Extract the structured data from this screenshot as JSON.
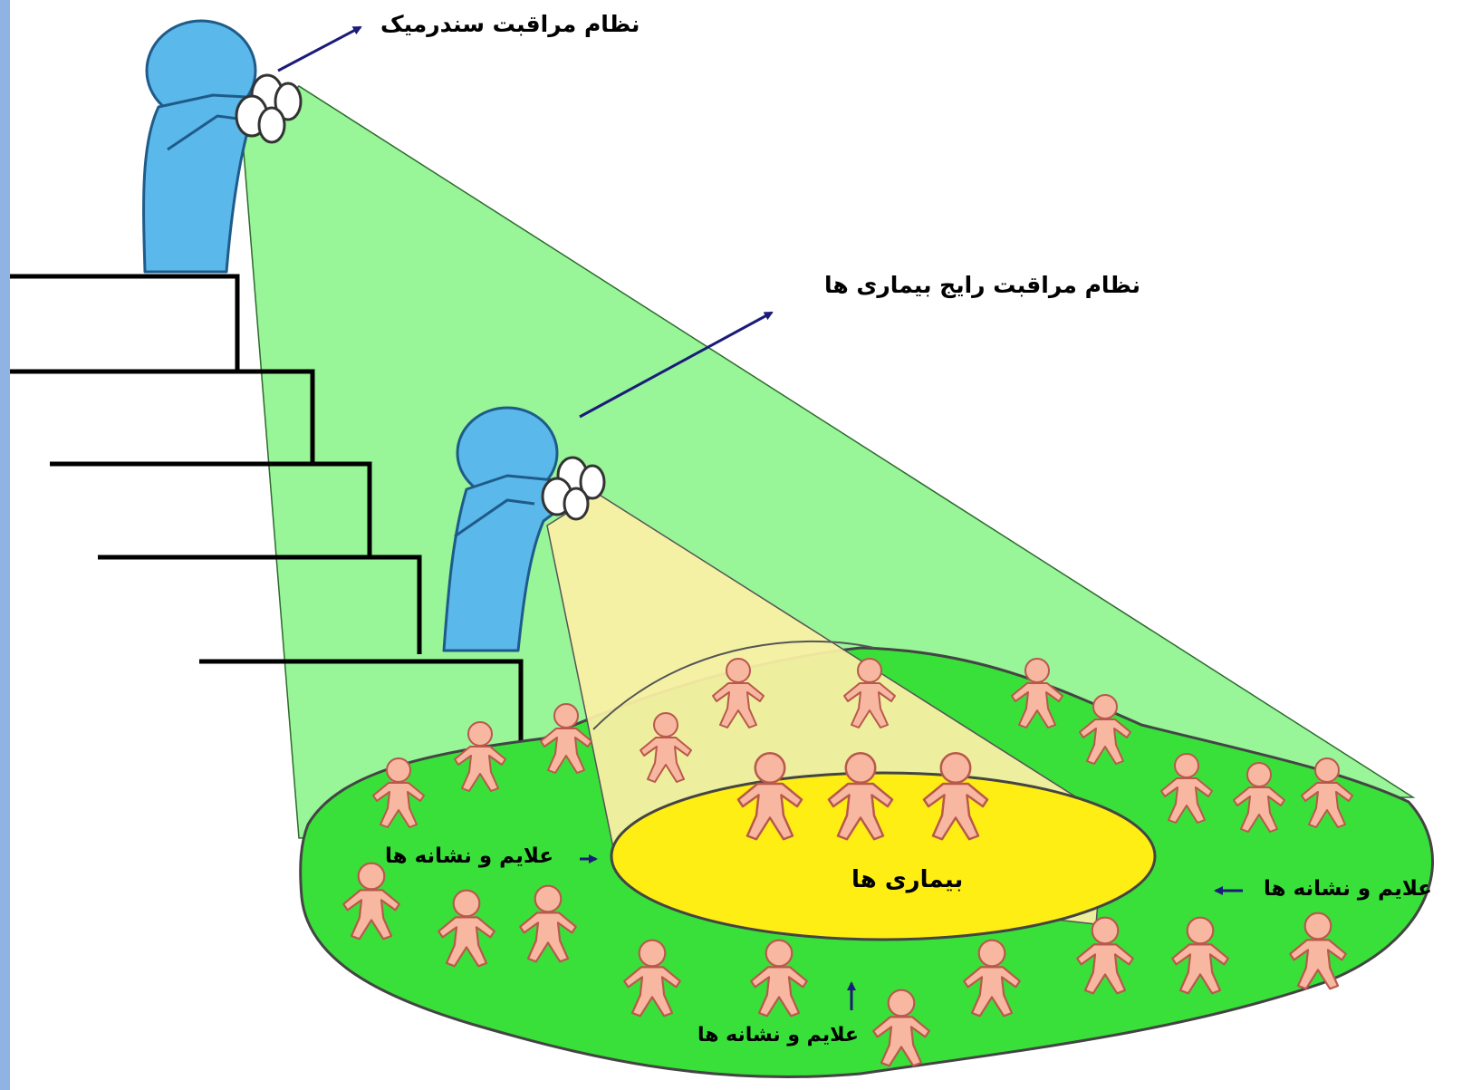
{
  "labels": {
    "syndromic_surveillance": "نظام مراقبت سندرمیک",
    "routine_surveillance": "نظام مراقبت رایج بیماری ها",
    "symptoms_left": "علایم و نشانه ها",
    "symptoms_right": "علایم و نشانه ها",
    "symptoms_bottom": "علایم و نشانه ها",
    "diseases": "بیماری ها"
  },
  "colors": {
    "side_bar": "#8fb4e3",
    "outer_cone": "#98f598",
    "inner_cone": "#fbf0a6",
    "ground": "#39e039",
    "disease_core": "#ffee14",
    "observer": "#5bb8ea",
    "person": "#f7b7a0",
    "arrow": "#1b1b7a"
  },
  "icons": {
    "observer": "person-with-binoculars-icon",
    "population": "person-icon"
  }
}
